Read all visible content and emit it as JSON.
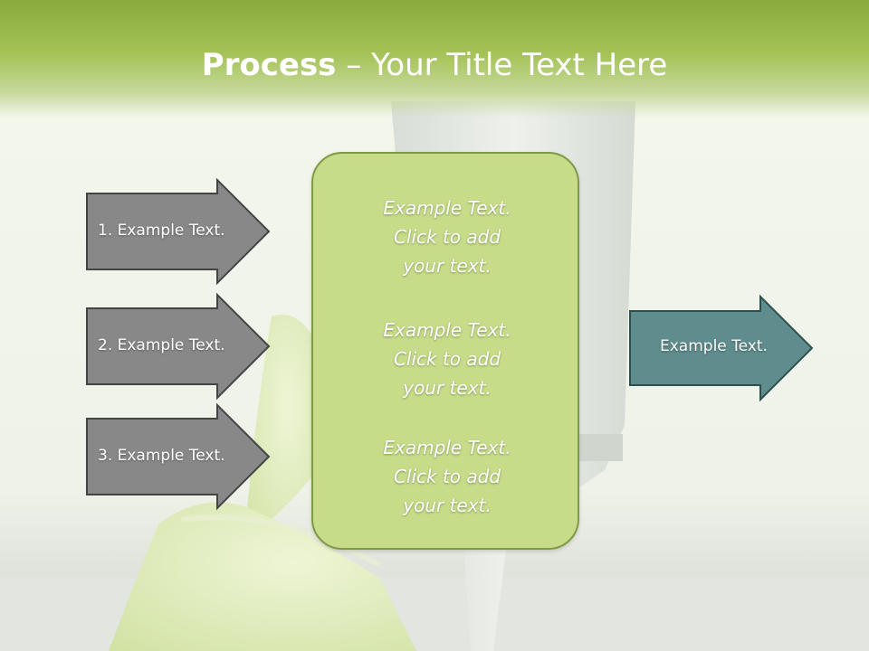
{
  "title": {
    "bold": "Process",
    "rest": " – Your Title Text Here"
  },
  "colors": {
    "title_band": "#9dbb4e",
    "gray_arrow": "#888888",
    "gray_arrow_border": "#444444",
    "teal_arrow": "#5f8c8c",
    "teal_arrow_border": "#2f4f4f",
    "center_box": "#c6dc88",
    "center_box_border": "#7f9a45"
  },
  "left_arrows": [
    {
      "label": "1. Example Text."
    },
    {
      "label": "2. Example Text."
    },
    {
      "label": "3. Example Text."
    }
  ],
  "center_blocks": [
    {
      "lines": [
        "Example Text.",
        "Click  to add",
        "your text."
      ]
    },
    {
      "lines": [
        "Example Text.",
        "Click  to add",
        "your text."
      ]
    },
    {
      "lines": [
        "Example Text.",
        "Click  to add",
        "your text."
      ]
    }
  ],
  "right_arrow": {
    "label": "Example Text."
  }
}
